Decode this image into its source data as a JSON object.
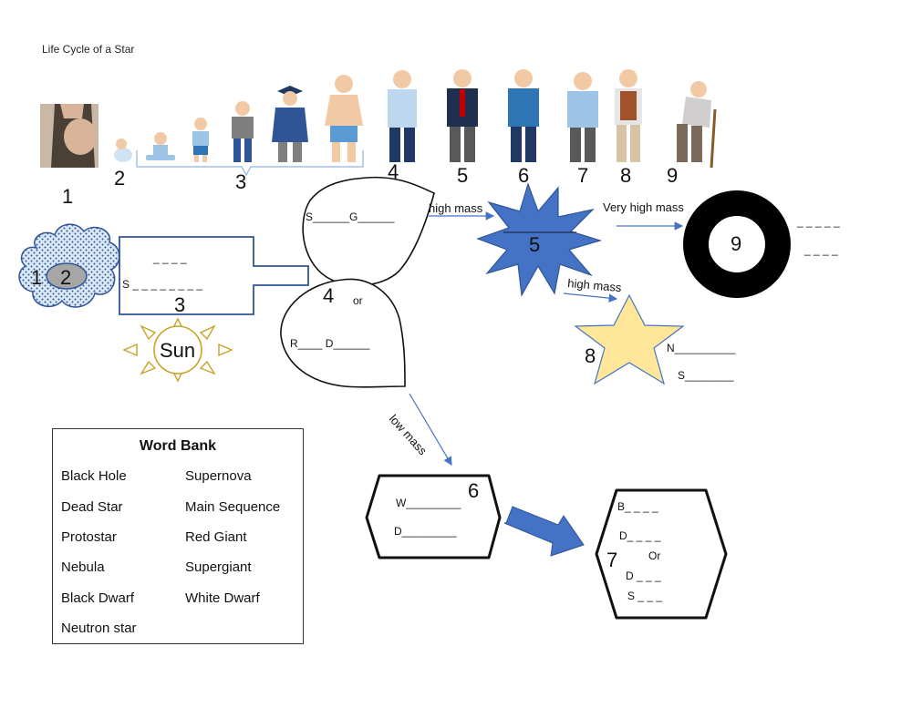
{
  "title": "Life Cycle of a Star",
  "human_row_numbers": [
    "1",
    "2",
    "3",
    "4",
    "5",
    "6",
    "7",
    "8",
    "9"
  ],
  "nebula": {
    "outer_number": "1",
    "inner_number": "2"
  },
  "protostar_box": {
    "blank_top": "_ _ _ _",
    "blank_bottom": "S _ _ _ _ _ _ _ _",
    "number": "3"
  },
  "sun": {
    "label": "Sun"
  },
  "supergiant_bubble": {
    "label": "S______G______"
  },
  "red_giant_bubble": {
    "number": "4",
    "or_label": "or",
    "label": "R____ D______"
  },
  "arrows": {
    "high_mass_1": "high mass",
    "very_high_mass": "Very high mass",
    "high_mass_2": "high mass",
    "low_mass": "low mass"
  },
  "supernova": {
    "number": "5"
  },
  "black_hole": {
    "number": "9",
    "blank_line_1": "_ _ _ _ _",
    "blank_line_2": "_ _ _ _"
  },
  "neutron_star": {
    "number": "8",
    "line_n": "N__________",
    "line_s": "S________"
  },
  "white_dwarf_hex": {
    "number": "6",
    "line_w": "W_________",
    "line_d": "D_________"
  },
  "final_hex": {
    "number": "7",
    "line_b": "B_ _ _ _",
    "line_d1": "D_ _ _ _",
    "or_label": "Or",
    "line_d2": "D _ _ _",
    "line_s": "S _ _ _"
  },
  "word_bank": {
    "title": "Word Bank",
    "left_column": [
      "Black Hole",
      "Dead Star",
      "Protostar",
      "Nebula",
      "Black Dwarf",
      "Neutron star"
    ],
    "right_column": [
      "Supernova",
      "Main Sequence",
      "Red Giant",
      "Supergiant",
      "White Dwarf"
    ]
  },
  "colors": {
    "supernova_fill": "#4472c4",
    "star_fill": "#ffe699",
    "nebula_fill": "#bdd7ee",
    "arrow_blue": "#4472c4",
    "sun_stroke": "#c9a227",
    "black_hole": "#000000"
  }
}
